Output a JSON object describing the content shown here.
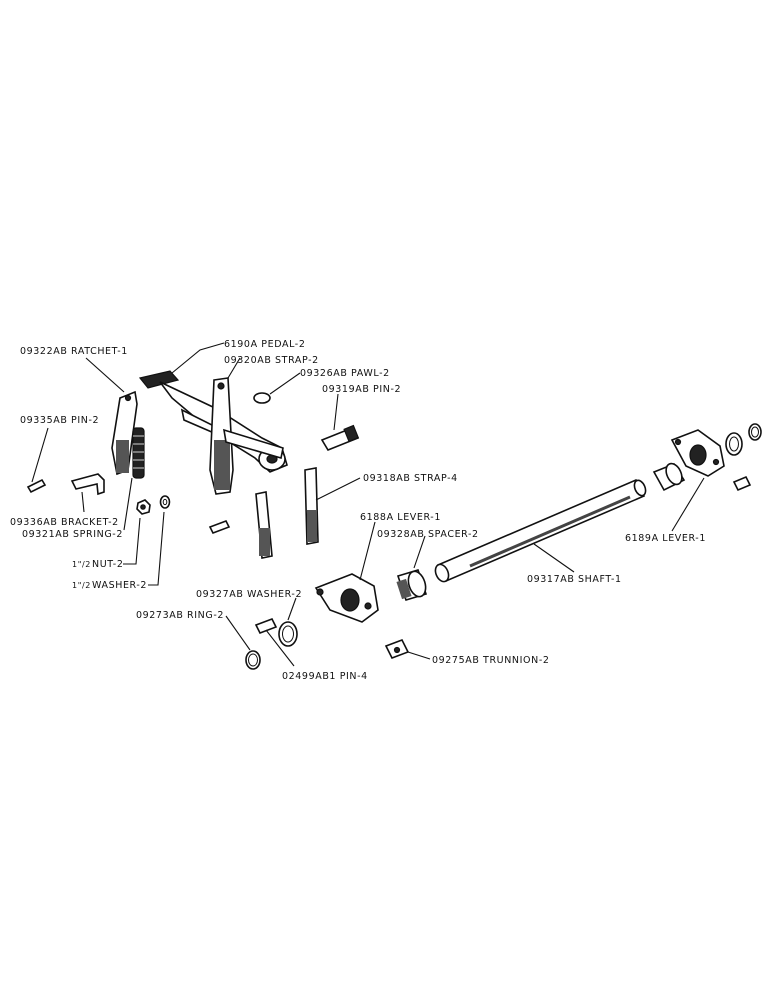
{
  "labels": {
    "pedal": "6190A PEDAL-2",
    "ratchet": "09322AB RATCHET-1",
    "strap2": "09320AB STRAP-2",
    "pawl": "09326AB PAWL-2",
    "pin09319": "09319AB PIN-2",
    "pin09335": "09335AB PIN-2",
    "strap4": "09318AB STRAP-4",
    "bracket": "09336AB BRACKET-2",
    "spring": "09321AB SPRING-2",
    "lever6188": "6188A LEVER-1",
    "spacer": "09328AB SPACER-2",
    "nut_frac": "1\"/2",
    "nut": "NUT-2",
    "washer_frac": "1\"/2",
    "washer": "WASHER-2",
    "shaft": "09317AB SHAFT-1",
    "lever6189": "6189A LEVER-1",
    "washer09327": "09327AB WASHER-2",
    "ring": "09273AB RING-2",
    "pin02499": "02499AB1 PIN-4",
    "trunnion": "09275AB TRUNNION-2"
  }
}
